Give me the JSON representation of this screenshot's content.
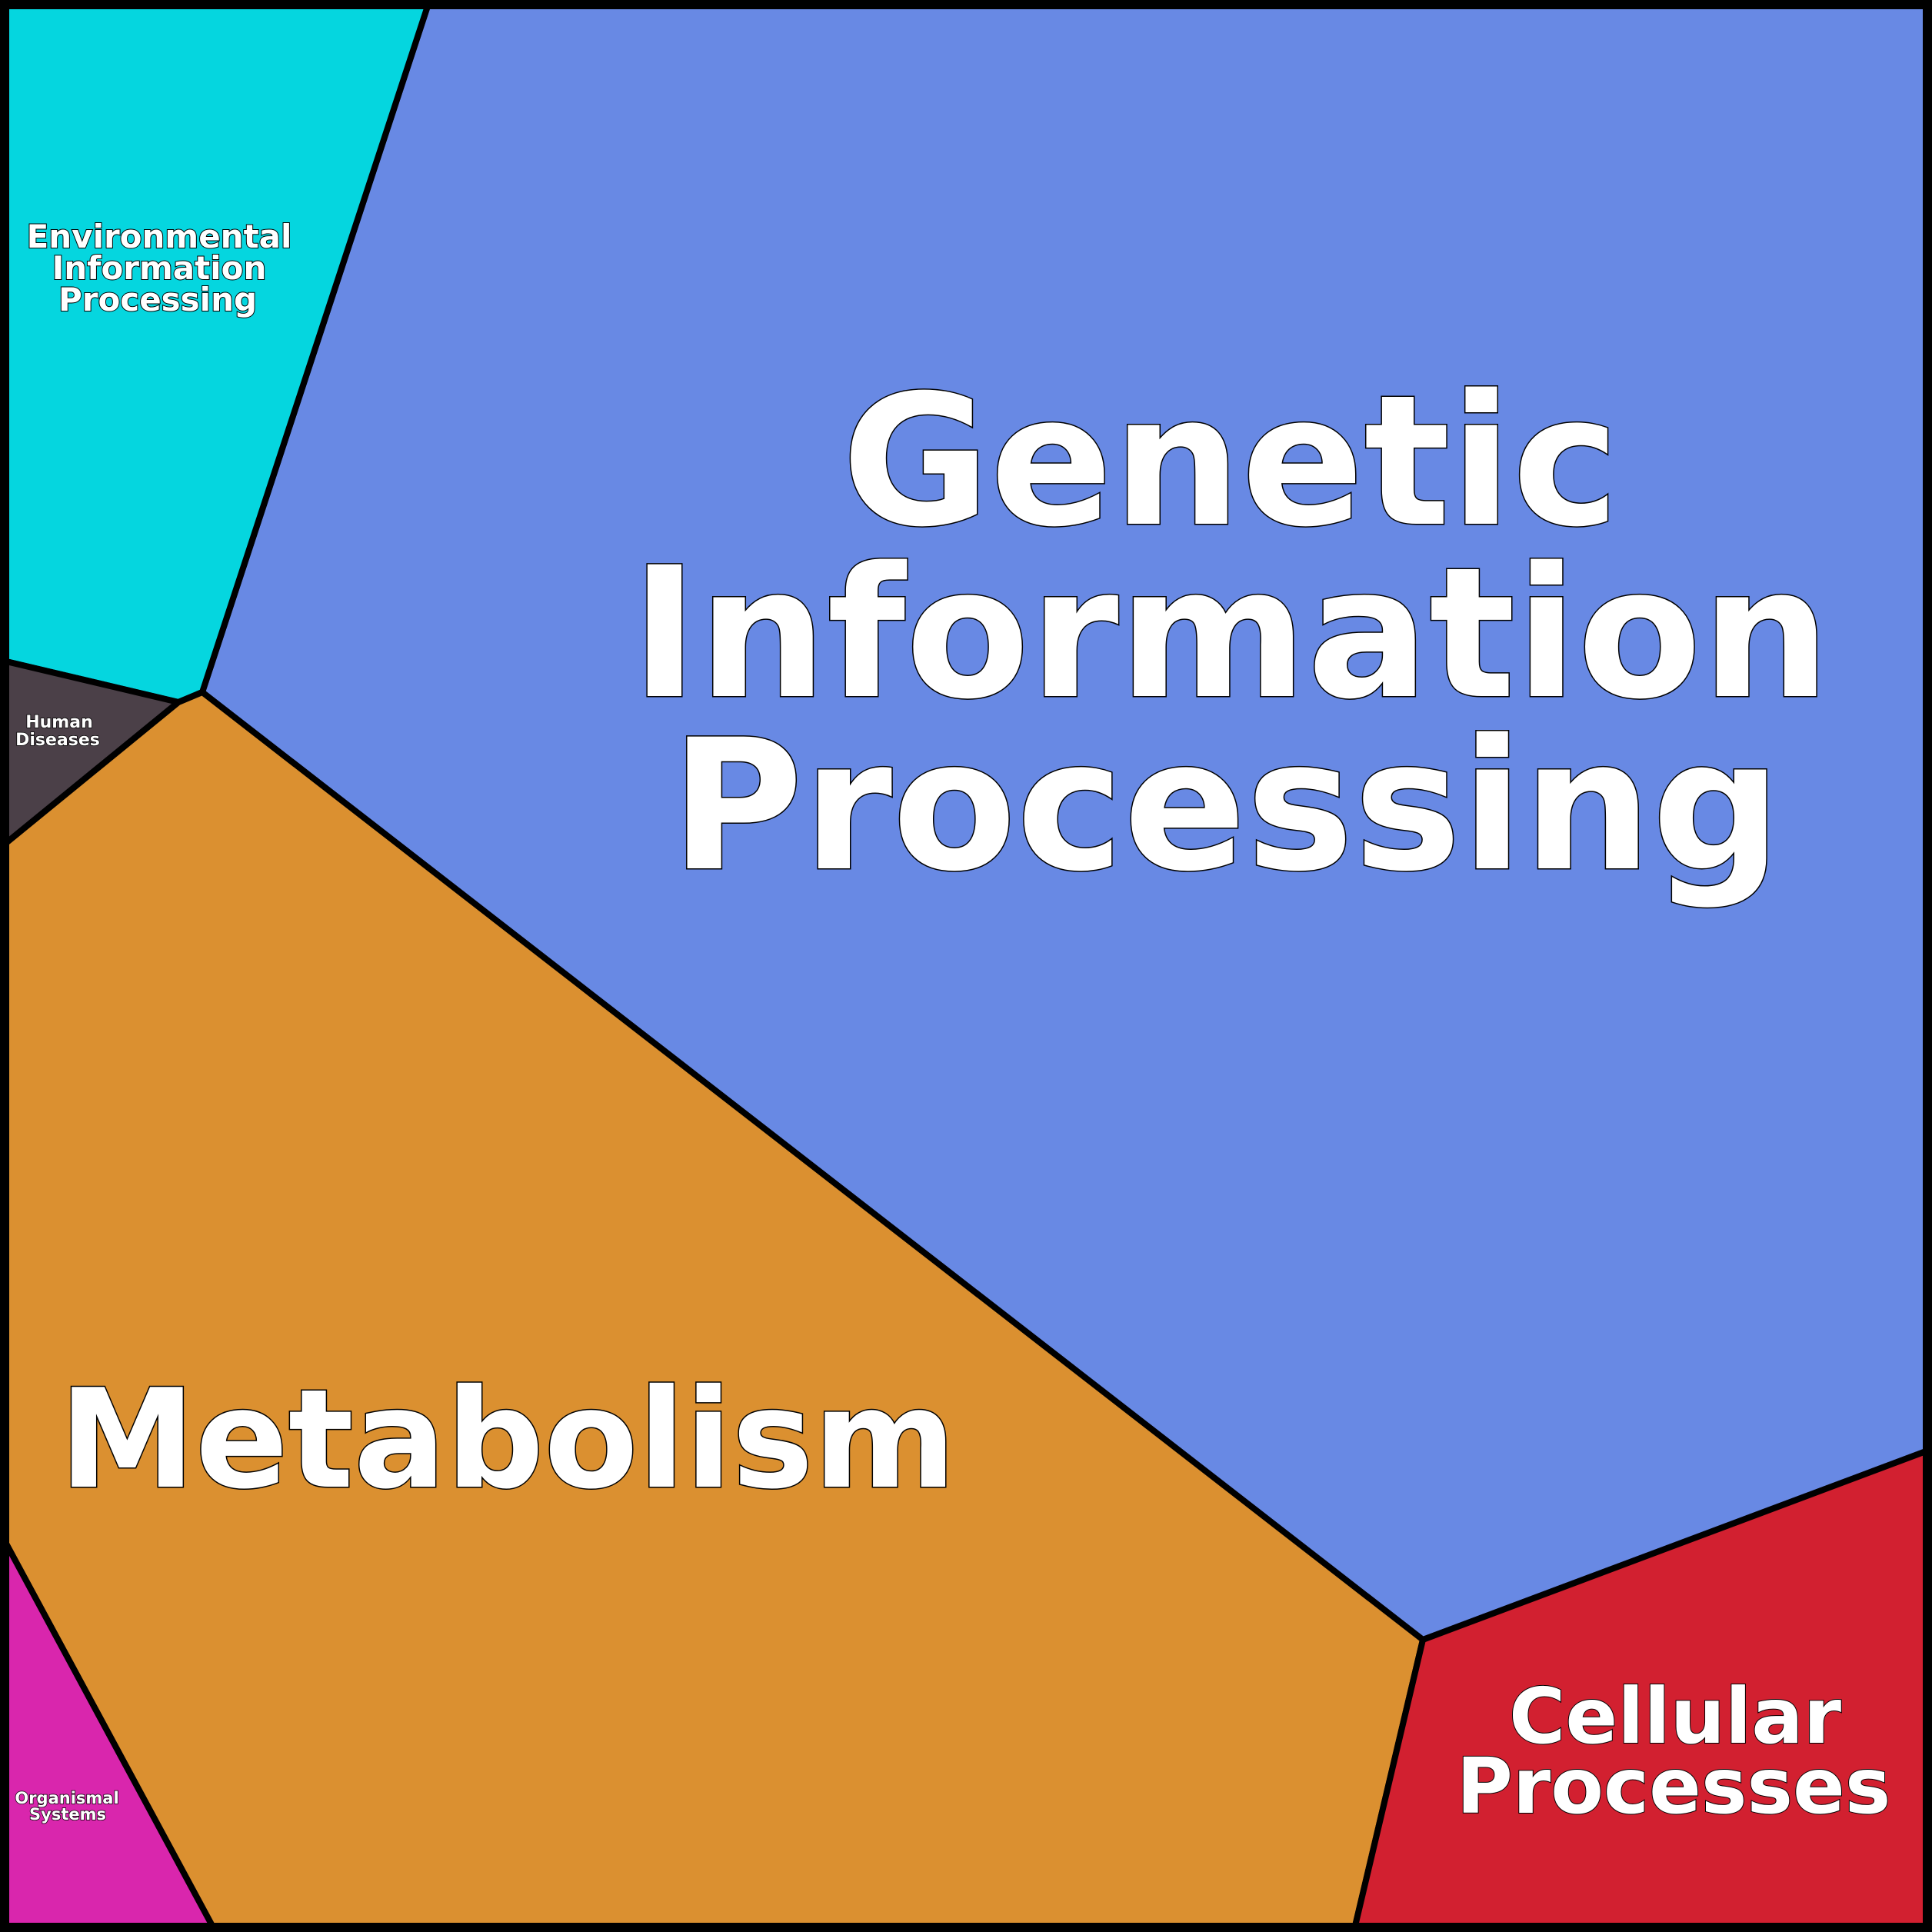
{
  "title": "Voronoi treemap of KEGG pathway categories",
  "regions": [
    {
      "id": "genetic",
      "label_lines": [
        "Genetic",
        "Information",
        "Processing"
      ],
      "color": "#6889e4"
    },
    {
      "id": "metabolism",
      "label_lines": [
        "Metabolism"
      ],
      "color": "#db9030"
    },
    {
      "id": "environmental",
      "label_lines": [
        "Environmental",
        "Information",
        "Processing"
      ],
      "color": "#05d6df"
    },
    {
      "id": "cellular",
      "label_lines": [
        "Cellular",
        "Processes"
      ],
      "color": "#d22030"
    },
    {
      "id": "human",
      "label_lines": [
        "Human",
        "Diseases"
      ],
      "color": "#4b4048"
    },
    {
      "id": "organismal",
      "label_lines": [
        "Organismal",
        "Systems"
      ],
      "color": "#d926ad"
    }
  ]
}
